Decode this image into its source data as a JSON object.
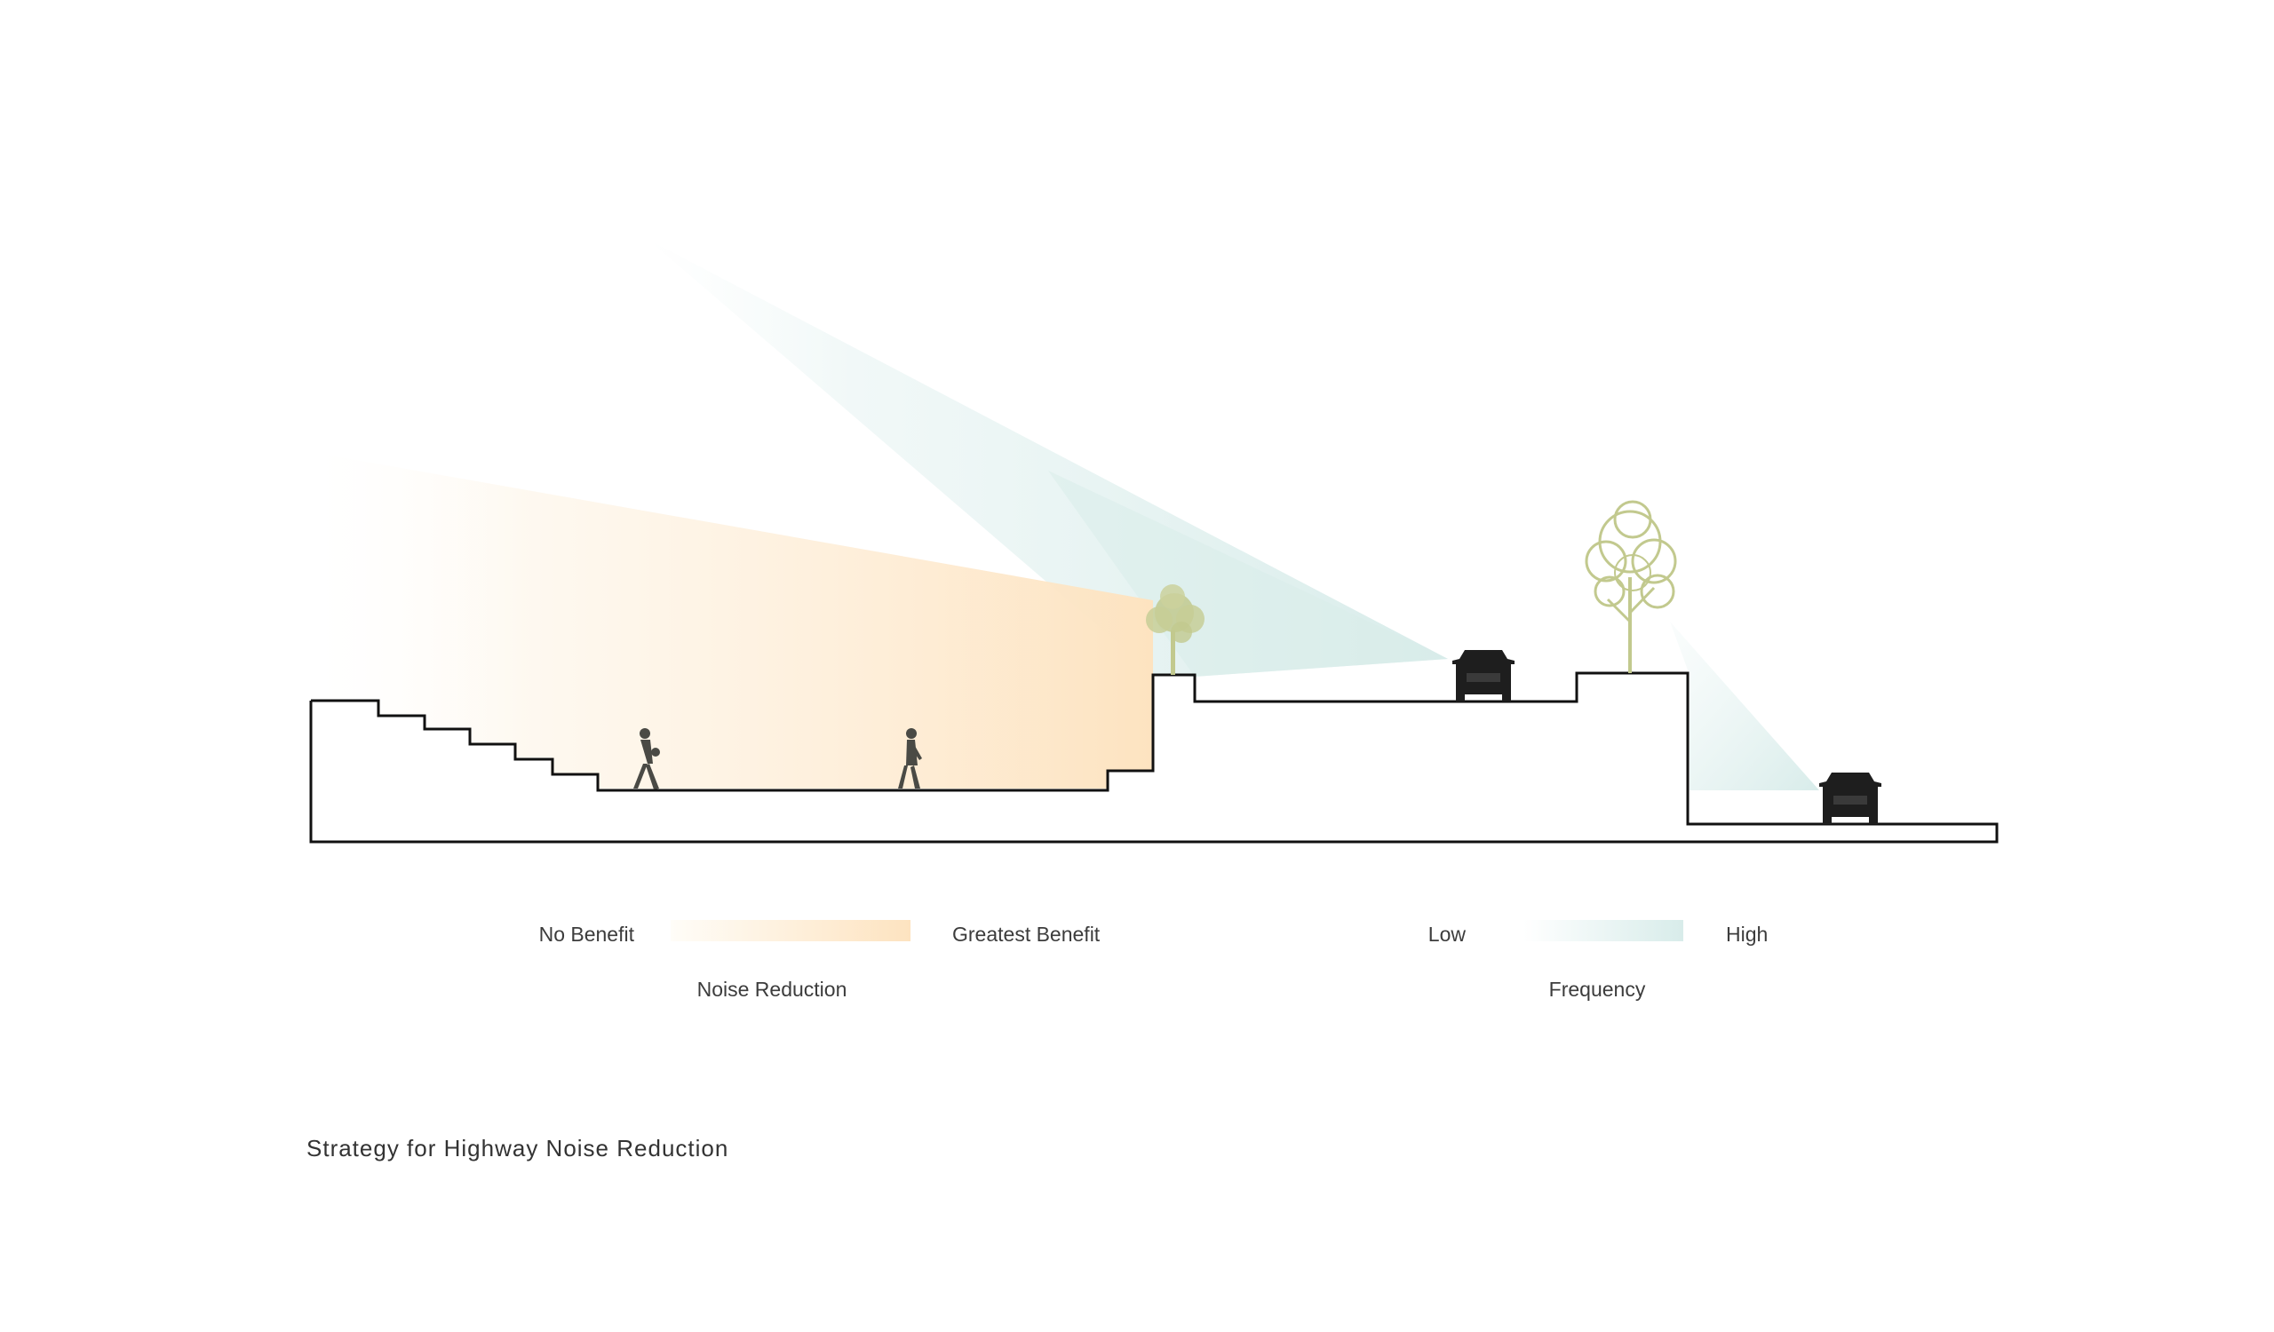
{
  "diagram": {
    "caption": "Strategy for Highway Noise Reduction"
  },
  "legend": {
    "noise_reduction": {
      "title": "Noise Reduction",
      "low_label": "No Benefit",
      "high_label": "Greatest Benefit",
      "color_low": "#fffdf8",
      "color_high": "#fde3c0"
    },
    "frequency": {
      "title": "Frequency",
      "low_label": "Low",
      "high_label": "High",
      "color_low": "#ffffff",
      "color_high": "#d8ecea"
    }
  },
  "colors": {
    "ground_line": "#111111",
    "tree": "#c2c98e",
    "vehicle": "#1e1e1e",
    "person": "#4a4a45"
  },
  "icons": {
    "person": "walking-person-icon",
    "tree": "tree-icon",
    "vehicle": "car-icon"
  }
}
